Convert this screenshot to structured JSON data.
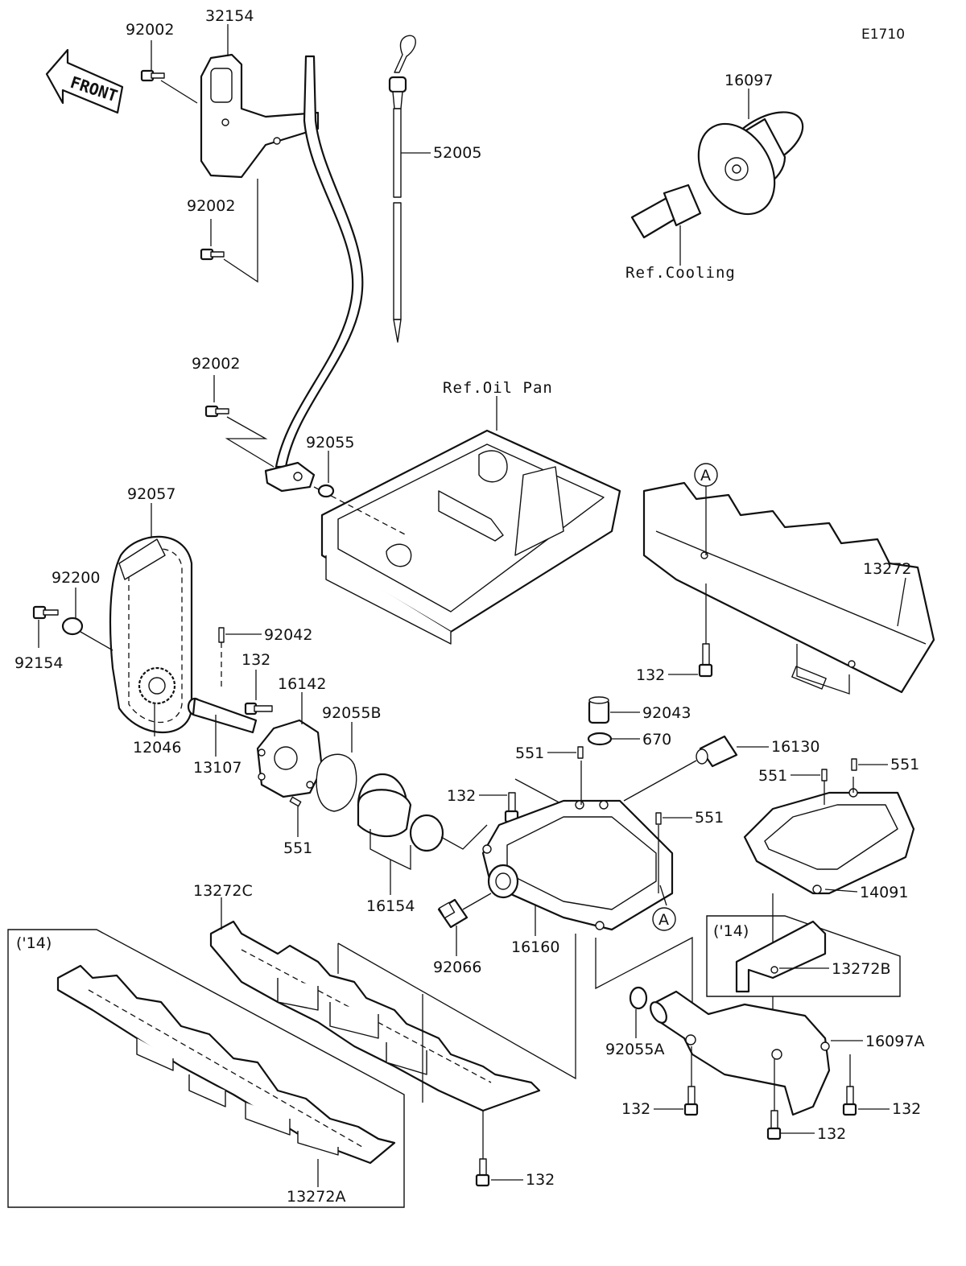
{
  "diagram_code": "E1710",
  "front_label": "FRONT",
  "refs": {
    "cooling": "Ref.Cooling",
    "oil_pan": "Ref.Oil Pan"
  },
  "year_box_left": "('14)",
  "year_box_right": "('14)",
  "callout_a": "A",
  "parts": {
    "p32154": "32154",
    "p92002_a": "92002",
    "p92002_b": "92002",
    "p92002_c": "92002",
    "p52005": "52005",
    "p16097": "16097",
    "p92055": "92055",
    "p92057": "92057",
    "p92200": "92200",
    "p92154": "92154",
    "p12046": "12046",
    "p92042": "92042",
    "p132_pump": "132",
    "p16142": "16142",
    "p13107": "13107",
    "p92055B": "92055B",
    "p551_pump": "551",
    "p16154": "16154",
    "p13272": "13272",
    "p132_top": "132",
    "p92043": "92043",
    "p670": "670",
    "p551_a": "551",
    "p16130": "16130",
    "p132_mid": "132",
    "p551_b": "551",
    "p551_c": "551",
    "p551_d": "551",
    "p14091": "14091",
    "p16160": "16160",
    "p92066": "92066",
    "p13272C": "13272C",
    "p13272B": "13272B",
    "p92055A": "92055A",
    "p16097A": "16097A",
    "p132_r1": "132",
    "p132_r2": "132",
    "p132_r3": "132",
    "p132_bottom": "132",
    "p13272A": "13272A"
  }
}
